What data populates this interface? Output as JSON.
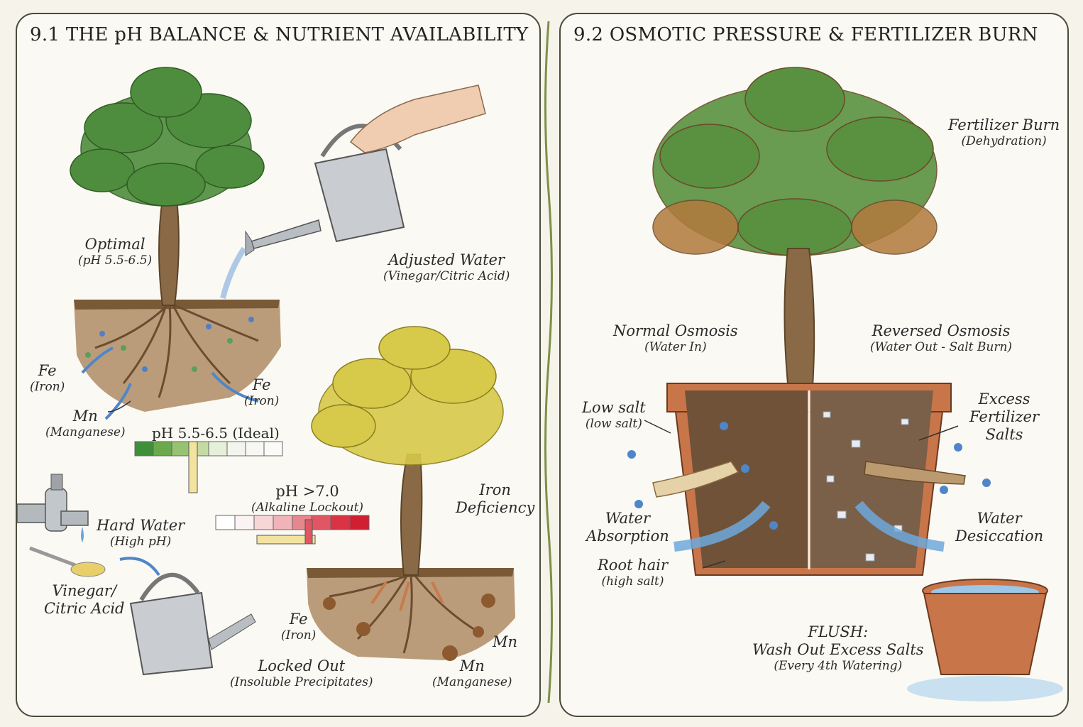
{
  "left": {
    "title": "9.1  THE pH BALANCE & NUTRIENT AVAILABILITY",
    "optimal": {
      "main": "Optimal",
      "sub": "(pH 5.5-6.5)"
    },
    "adjusted_water": {
      "main": "Adjusted Water",
      "sub": "(Vinegar/Citric Acid)"
    },
    "fe_left": {
      "main": "Fe",
      "sub": "(Iron)"
    },
    "fe_right": {
      "main": "Fe",
      "sub": "(Iron)"
    },
    "mn": {
      "main": "Mn",
      "sub": "(Manganese)"
    },
    "ph_ideal": "pH 5.5-6.5 (Ideal)",
    "ph_alkaline": {
      "main": "pH >7.0",
      "sub": "(Alkaline Lockout)"
    },
    "iron_deficiency": {
      "main": "Iron",
      "sub": "Deficiency"
    },
    "hard_water": {
      "main": "Hard Water",
      "sub": "(High pH)"
    },
    "vinegar": {
      "main": "Vinegar/",
      "sub": "Citric Acid"
    },
    "fe_bottom": {
      "main": "Fe",
      "sub": "(Iron)"
    },
    "locked_out": {
      "main": "Locked Out",
      "sub": "(Insoluble Precipitates)"
    },
    "mn_bottom": "Mn",
    "mn_bottom2": {
      "main": "Mn",
      "sub": "(Manganese)"
    },
    "ideal_scale_colors": [
      "#3f8f3a",
      "#6aa94e",
      "#97c272",
      "#c3dba3",
      "#e6efd8",
      "#f4f4ef",
      "#f7f7f4",
      "#fafaf8"
    ],
    "alkaline_scale_colors": [
      "#ffffff",
      "#fbf3f3",
      "#f7d6d8",
      "#f0b3b8",
      "#e8868e",
      "#e05763",
      "#d93344",
      "#d11f32"
    ]
  },
  "right": {
    "title": "9.2  OSMOTIC PRESSURE & FERTILIZER BURN",
    "fertilizer_burn": {
      "main": "Fertilizer Burn",
      "sub": "(Dehydration)"
    },
    "normal_osmosis": {
      "main": "Normal Osmosis",
      "sub": "(Water In)"
    },
    "reversed_osmosis": {
      "main": "Reversed Osmosis",
      "sub": "(Water Out - Salt Burn)"
    },
    "low_salt": {
      "main": "Low salt",
      "sub": "(low salt)"
    },
    "excess": {
      "l1": "Excess",
      "l2": "Fertilizer",
      "l3": "Salts"
    },
    "water_absorption": {
      "main": "Water",
      "sub": "Absorption"
    },
    "water_desiccation": {
      "main": "Water",
      "sub": "Desiccation"
    },
    "root_hair": {
      "main": "Root hair",
      "sub": "(high salt)"
    },
    "flush": {
      "l1": "FLUSH:",
      "l2": "Wash Out Excess Salts",
      "l3": "(Every 4th Watering)"
    }
  }
}
